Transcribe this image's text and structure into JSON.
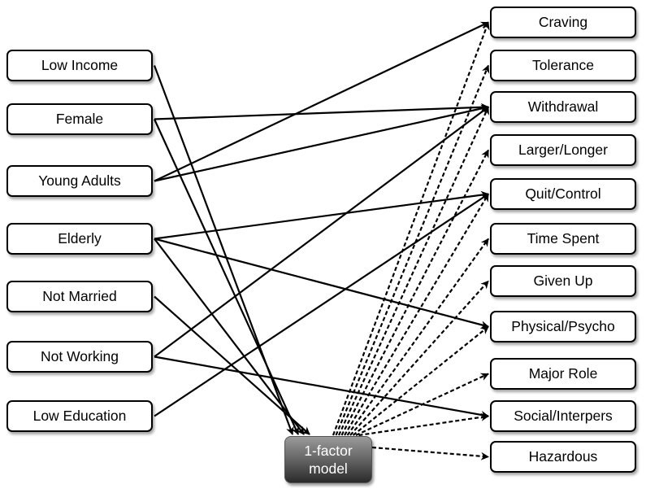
{
  "predictors": [
    {
      "id": "low_income",
      "label": "Low Income"
    },
    {
      "id": "female",
      "label": "Female"
    },
    {
      "id": "young_adults",
      "label": "Young Adults"
    },
    {
      "id": "elderly",
      "label": "Elderly"
    },
    {
      "id": "not_married",
      "label": "Not Married"
    },
    {
      "id": "not_working",
      "label": "Not Working"
    },
    {
      "id": "low_education",
      "label": "Low Education"
    }
  ],
  "criteria": [
    {
      "id": "craving",
      "label": "Craving"
    },
    {
      "id": "tolerance",
      "label": "Tolerance"
    },
    {
      "id": "withdrawal",
      "label": "Withdrawal"
    },
    {
      "id": "larger_longer",
      "label": "Larger/Longer"
    },
    {
      "id": "quit_control",
      "label": "Quit/Control"
    },
    {
      "id": "time_spent",
      "label": "Time Spent"
    },
    {
      "id": "given_up",
      "label": "Given Up"
    },
    {
      "id": "physical_psycho",
      "label": "Physical/Psycho"
    },
    {
      "id": "major_role",
      "label": "Major Role"
    },
    {
      "id": "social_interpers",
      "label": "Social/Interpers"
    },
    {
      "id": "hazardous",
      "label": "Hazardous"
    }
  ],
  "factor": {
    "line1": "1-factor",
    "line2": "model"
  },
  "direct_effects": [
    {
      "from": "low_income",
      "to": "factor"
    },
    {
      "from": "female",
      "to": "withdrawal"
    },
    {
      "from": "female",
      "to": "factor"
    },
    {
      "from": "young_adults",
      "to": "craving"
    },
    {
      "from": "young_adults",
      "to": "withdrawal"
    },
    {
      "from": "elderly",
      "to": "quit_control"
    },
    {
      "from": "elderly",
      "to": "physical_psycho"
    },
    {
      "from": "elderly",
      "to": "factor"
    },
    {
      "from": "not_married",
      "to": "factor"
    },
    {
      "from": "not_working",
      "to": "withdrawal"
    },
    {
      "from": "not_working",
      "to": "social_interpers"
    },
    {
      "from": "low_education",
      "to": "quit_control"
    }
  ],
  "factor_loadings": [
    "craving",
    "tolerance",
    "withdrawal",
    "larger_longer",
    "quit_control",
    "time_spent",
    "given_up",
    "physical_psycho",
    "major_role",
    "social_interpers",
    "hazardous"
  ],
  "colors": {
    "edge": "#000000",
    "factor_top": "#9a9a9a",
    "factor_bottom": "#2a2a2a",
    "factor_text": "#ffffff"
  }
}
